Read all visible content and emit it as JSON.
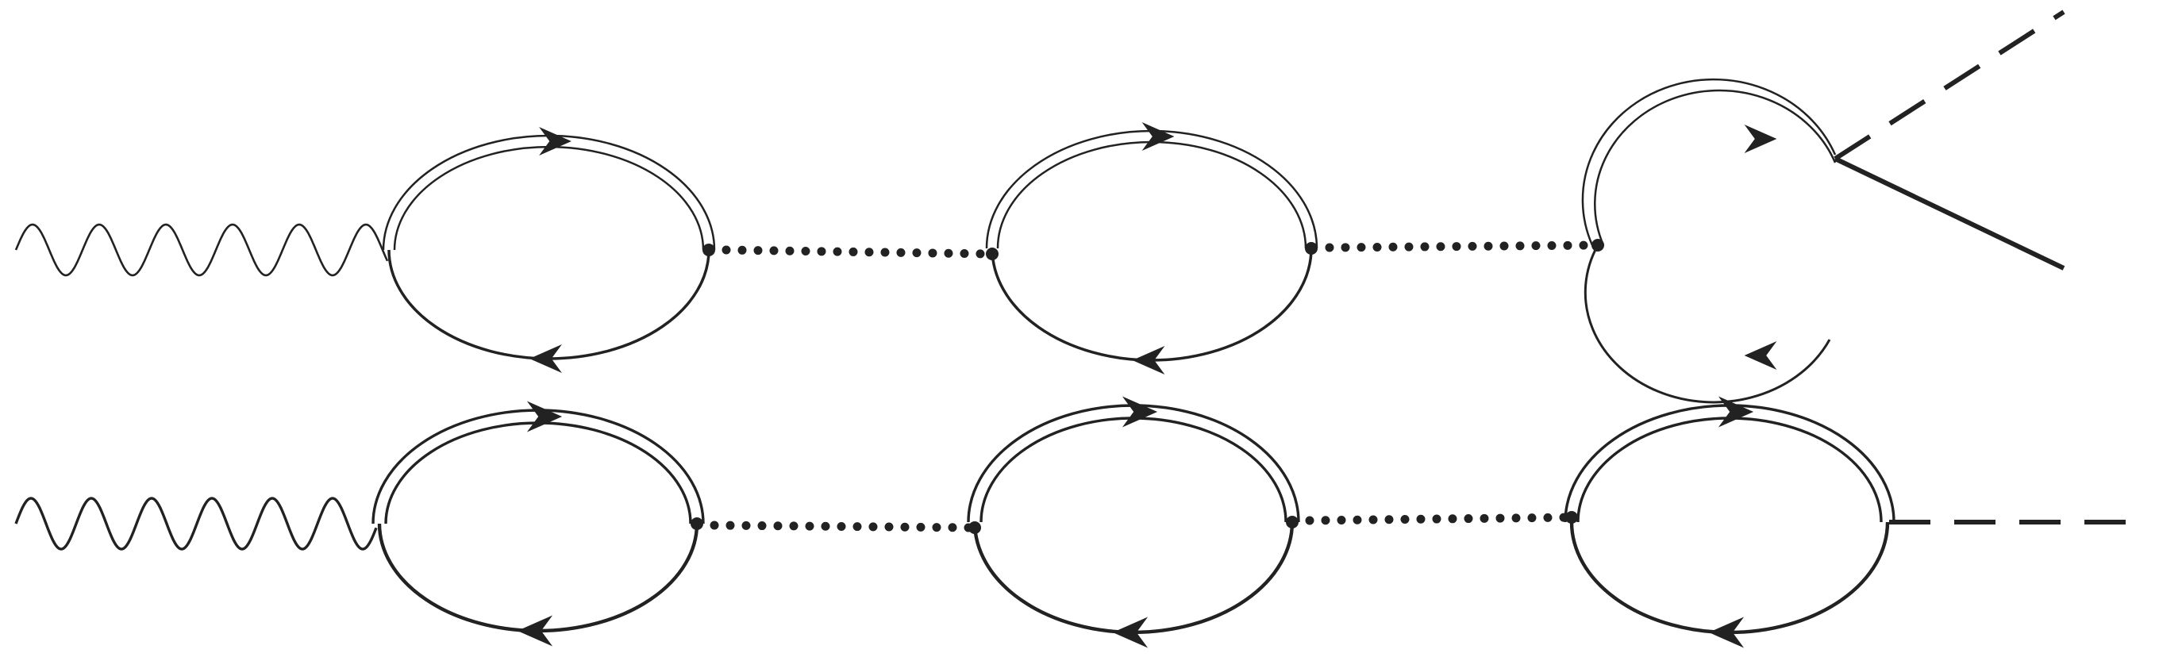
{
  "diagram": {
    "rows": [
      {
        "id": "row-1",
        "incoming": "photon",
        "bubbles": 3,
        "bubble_style": "single-thin",
        "connectors": [
          "dotted",
          "dotted"
        ],
        "outgoing": [
          "dashed",
          "solid"
        ],
        "last_bubble_open": true
      },
      {
        "id": "row-2",
        "incoming": "photon",
        "bubbles": 3,
        "bubble_style": "double-thick",
        "connectors": [
          "dotted",
          "dotted"
        ],
        "outgoing": [
          "dashed"
        ],
        "last_bubble_open": false
      }
    ],
    "colors": {
      "line": "#222222",
      "background": "#ffffff"
    }
  }
}
